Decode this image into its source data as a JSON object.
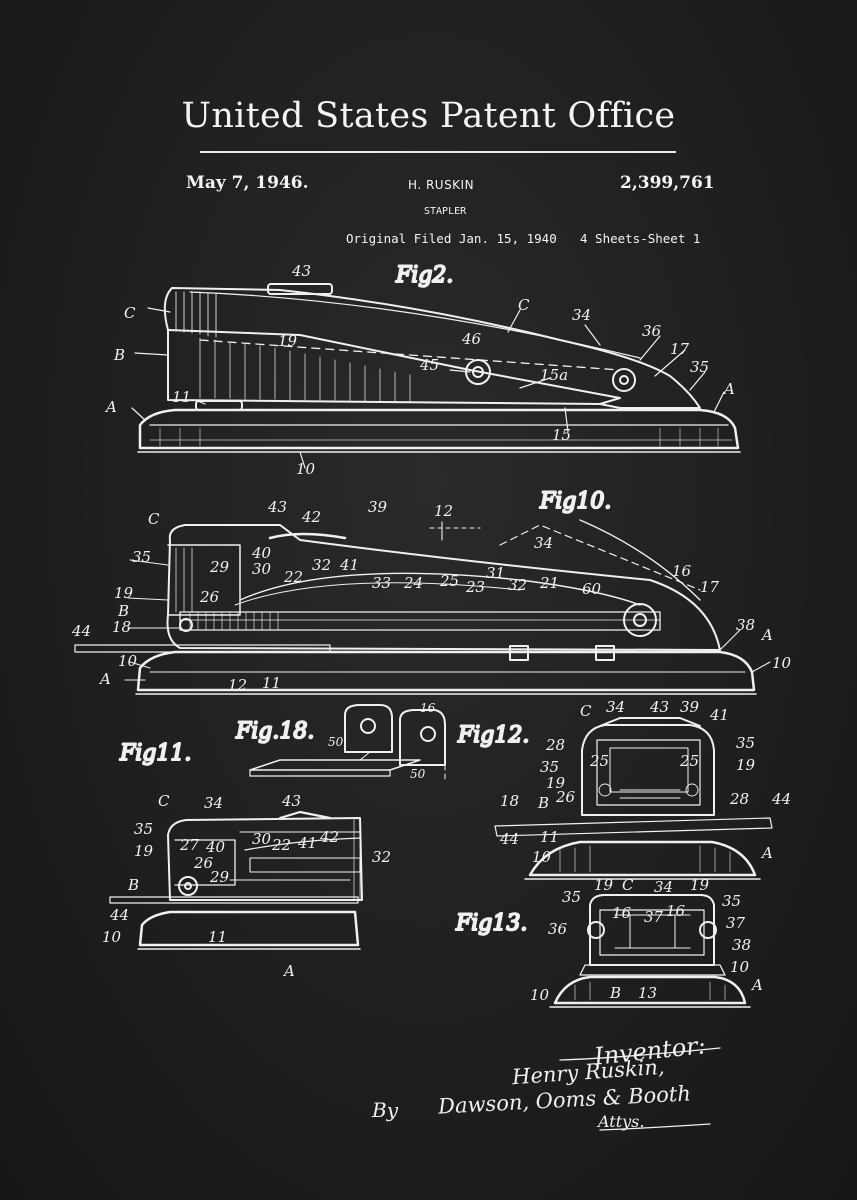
{
  "header": {
    "title": "United States Patent Office",
    "date": "May 7, 1946.",
    "inventor_name": "H. RUSKIN",
    "patent_number": "2,399,761",
    "subject": "STAPLER",
    "filed": "Original Filed Jan. 15, 1940",
    "sheets": "4 Sheets-Sheet 1"
  },
  "figures": {
    "fig2": "Fig2.",
    "fig10": "Fig10.",
    "fig11": "Fig11.",
    "fig12": "Fig12.",
    "fig13": "Fig13.",
    "fig18": "Fig.18."
  },
  "labels": {
    "fig2": [
      "43",
      "C",
      "C",
      "34",
      "B",
      "19",
      "46",
      "36",
      "17",
      "35",
      "45",
      "15a",
      "A",
      "A",
      "11",
      "15",
      "10"
    ],
    "fig10": [
      "43",
      "42",
      "39",
      "12",
      "C",
      "34",
      "35",
      "40",
      "29",
      "30",
      "22",
      "32",
      "41",
      "33",
      "24",
      "25",
      "23",
      "31",
      "32",
      "21",
      "60",
      "16",
      "17",
      "19",
      "26",
      "B",
      "18",
      "44",
      "10",
      "A",
      "12",
      "11",
      "38",
      "A",
      "10"
    ],
    "fig18": [
      "16",
      "50",
      "50"
    ],
    "fig11": [
      "C",
      "34",
      "43",
      "35",
      "27",
      "40",
      "30",
      "22",
      "41",
      "42",
      "19",
      "26",
      "29",
      "32",
      "B",
      "44",
      "10",
      "11",
      "A"
    ],
    "fig12": [
      "C",
      "34",
      "43",
      "39",
      "41",
      "28",
      "35",
      "25",
      "25",
      "35",
      "19",
      "26",
      "19",
      "18",
      "B",
      "28",
      "44",
      "44",
      "11",
      "10",
      "A"
    ],
    "fig13": [
      "35",
      "19",
      "C",
      "34",
      "19",
      "35",
      "36",
      "16",
      "37",
      "16",
      "37",
      "38",
      "10",
      "10",
      "B",
      "13",
      "A"
    ]
  },
  "signatures": {
    "inventor_label": "Inventor:",
    "inventor_signature": "Henry Ruskin,",
    "attorney_by": "By",
    "attorney_signature": "Dawson, Ooms & Booth",
    "attorney_label": "Attys."
  }
}
